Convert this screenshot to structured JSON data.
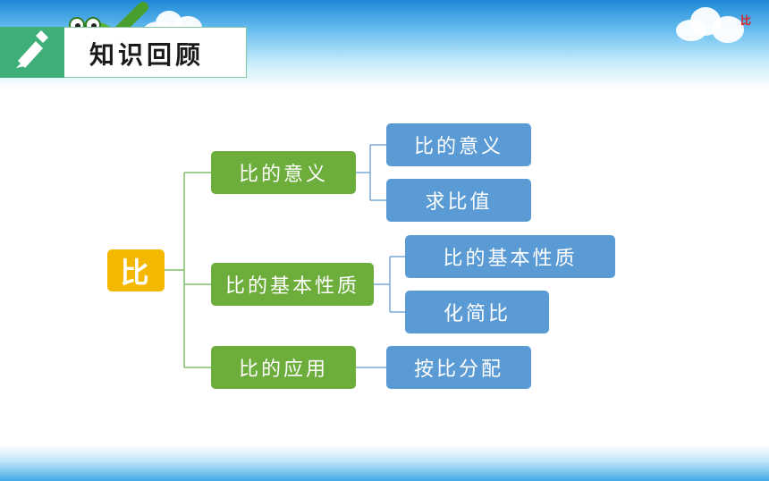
{
  "header": {
    "title": "知识回顾",
    "corner_label": "比"
  },
  "mindmap": {
    "root": "比",
    "branches": [
      {
        "label": "比的意义",
        "children": [
          "比的意义",
          "求比值"
        ]
      },
      {
        "label": "比的基本性质",
        "children": [
          "比的基本性质",
          "化简比"
        ]
      },
      {
        "label": "比的应用",
        "children": [
          "按比分配"
        ]
      }
    ]
  },
  "colors": {
    "branch": "#6cad3b",
    "leaf": "#5b9bd5",
    "root": "#f5b800",
    "accent": "#3faf7a"
  }
}
